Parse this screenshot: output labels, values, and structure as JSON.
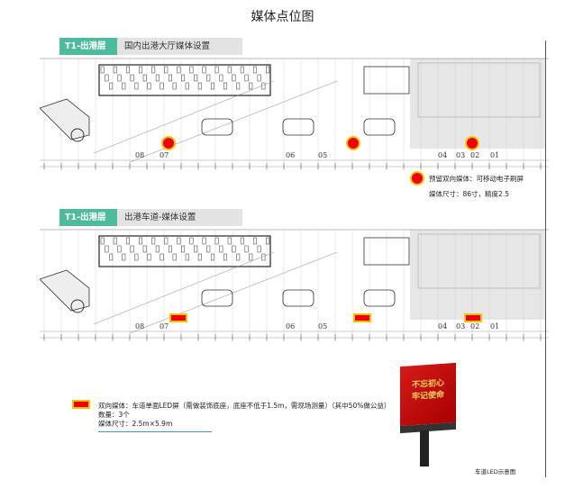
{
  "page_title": "媒体点位图",
  "section1": {
    "tag": "T1-出港层",
    "subtitle": "国内出港大厅媒体设置",
    "gate_labels": [
      "08",
      "07",
      "06",
      "05",
      "04",
      "03",
      "02",
      "01"
    ],
    "legend_line1": "预留双向媒体：可移动电子刷屏",
    "legend_line2": "媒体尺寸：86寸，精度2.5",
    "marker_color": "#e00000"
  },
  "section2": {
    "tag": "T1-出港层",
    "subtitle": "出港车道-媒体设置",
    "gate_labels": [
      "08",
      "07",
      "06",
      "05",
      "04",
      "03",
      "02",
      "01"
    ],
    "legend_line1": "双向媒体：车道单面LED屏（需做装饰底座，底座不低于1.5m，需现场测量）（其中50%做公益）",
    "legend_line2": "数量：3个",
    "legend_line3": "媒体尺寸：2.5m×5.9m",
    "image_caption": "车道LED示意图",
    "led_text_1": "不忘初心",
    "led_text_2": "牢记使命"
  },
  "accent_color": "#4dbb9c"
}
